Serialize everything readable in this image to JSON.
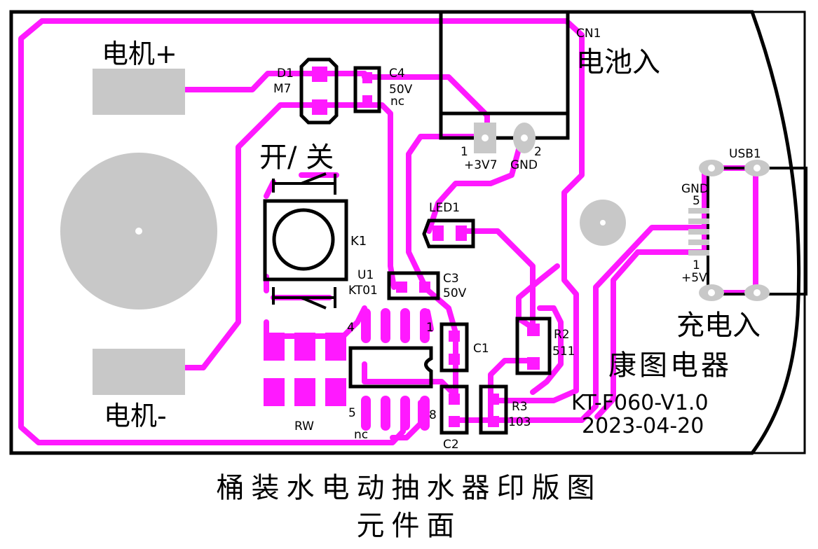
{
  "colors": {
    "trace": "#ff19ff",
    "pad": "#c8c8c8",
    "outline": "#000000",
    "background": "#ffffff"
  },
  "labels": {
    "motor_plus": "电机+",
    "motor_minus": "电机-",
    "switch": "开/ 关",
    "k1": "K1",
    "d1": "D1",
    "m7": "M7",
    "c4": "C4",
    "c4_val": "50V",
    "c4_nc": "nc",
    "cn1": "CN1",
    "battery_in": "电池入",
    "pin1": "1",
    "pin2": "2",
    "v37": "+3V7",
    "gnd": "GND",
    "led1": "LED1",
    "u1": "U1",
    "kt01": "KT01",
    "c3": "C3",
    "c3_val": "50V",
    "ic_pin4": "4",
    "ic_pin1": "1",
    "ic_pin5": "5",
    "ic_pin8": "8",
    "ic_nc": "nc",
    "c1": "C1",
    "c2": "C2",
    "r2": "R2",
    "r2_val": "511",
    "r3": "R3",
    "r3_val": "103",
    "rw": "RW",
    "usb1": "USB1",
    "usb_gnd": "GND",
    "usb_pin5": "5",
    "usb_pin1": "1",
    "usb_5v": "+5V",
    "charge_in": "充电入",
    "brand": "康图电器",
    "version": "KT-F060-V1.0",
    "date": "2023-04-20"
  },
  "caption": {
    "line1": "桶装水电动抽水器印版图",
    "line2": "元件面"
  }
}
